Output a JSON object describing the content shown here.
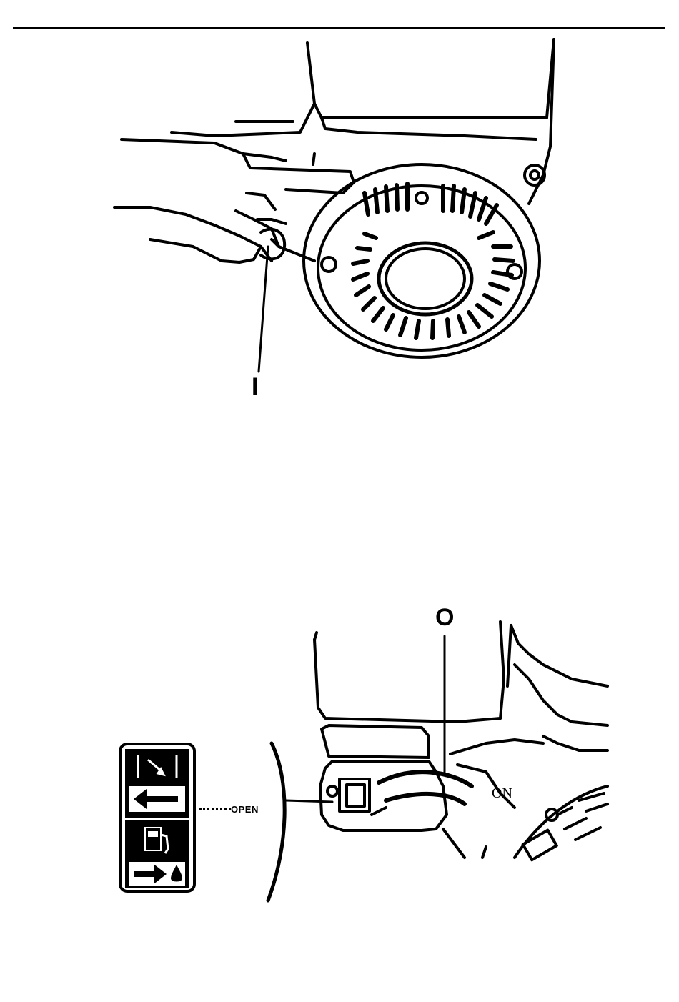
{
  "page": {
    "background": "#ffffff",
    "ink": "#000000"
  },
  "figure_top": {
    "callout": "I",
    "description_icon": "recoil-starter-handle-pull-icon"
  },
  "figure_bottom": {
    "callout": "O",
    "open_label": "OPEN",
    "on_label": "ON",
    "decal_icons": [
      "choke-icon",
      "arrow-left-icon",
      "fuel-pump-icon",
      "arrow-right-icon",
      "fuel-drop-icon"
    ]
  }
}
